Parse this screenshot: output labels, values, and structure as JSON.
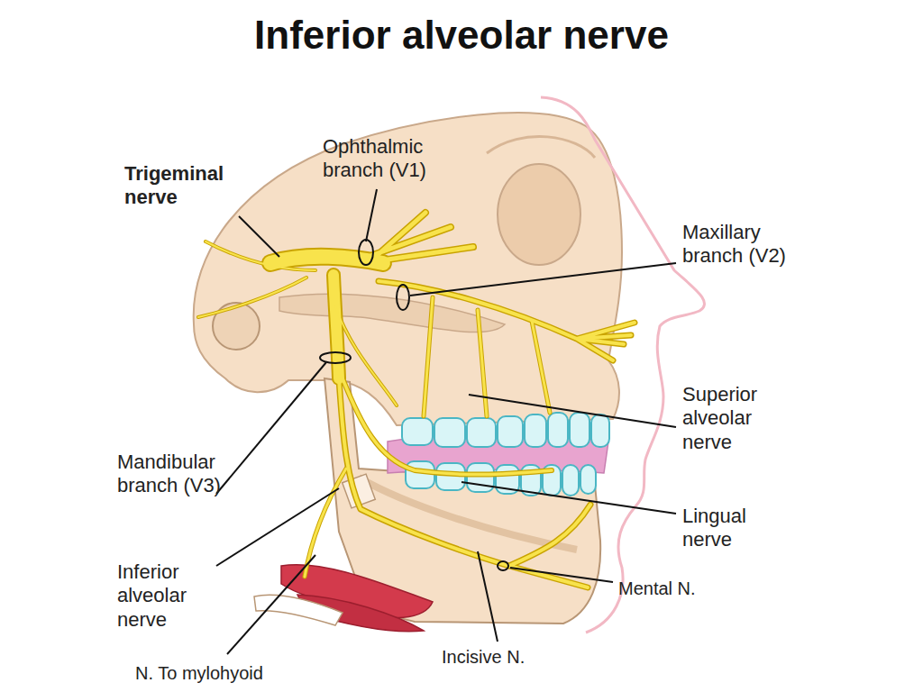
{
  "diagram": {
    "title": "Inferior alveolar nerve",
    "labels": [
      "Ophthalmic branch (V1)",
      "Trigeminal nerve",
      "Maxillary branch (V2)",
      "Superior alveolar nerve",
      "Mandibular branch (V3)",
      "Lingual nerve",
      "Mental N.",
      "Inferior alveolar nerve",
      "Incisive N.",
      "N. To mylohyoid"
    ]
  }
}
